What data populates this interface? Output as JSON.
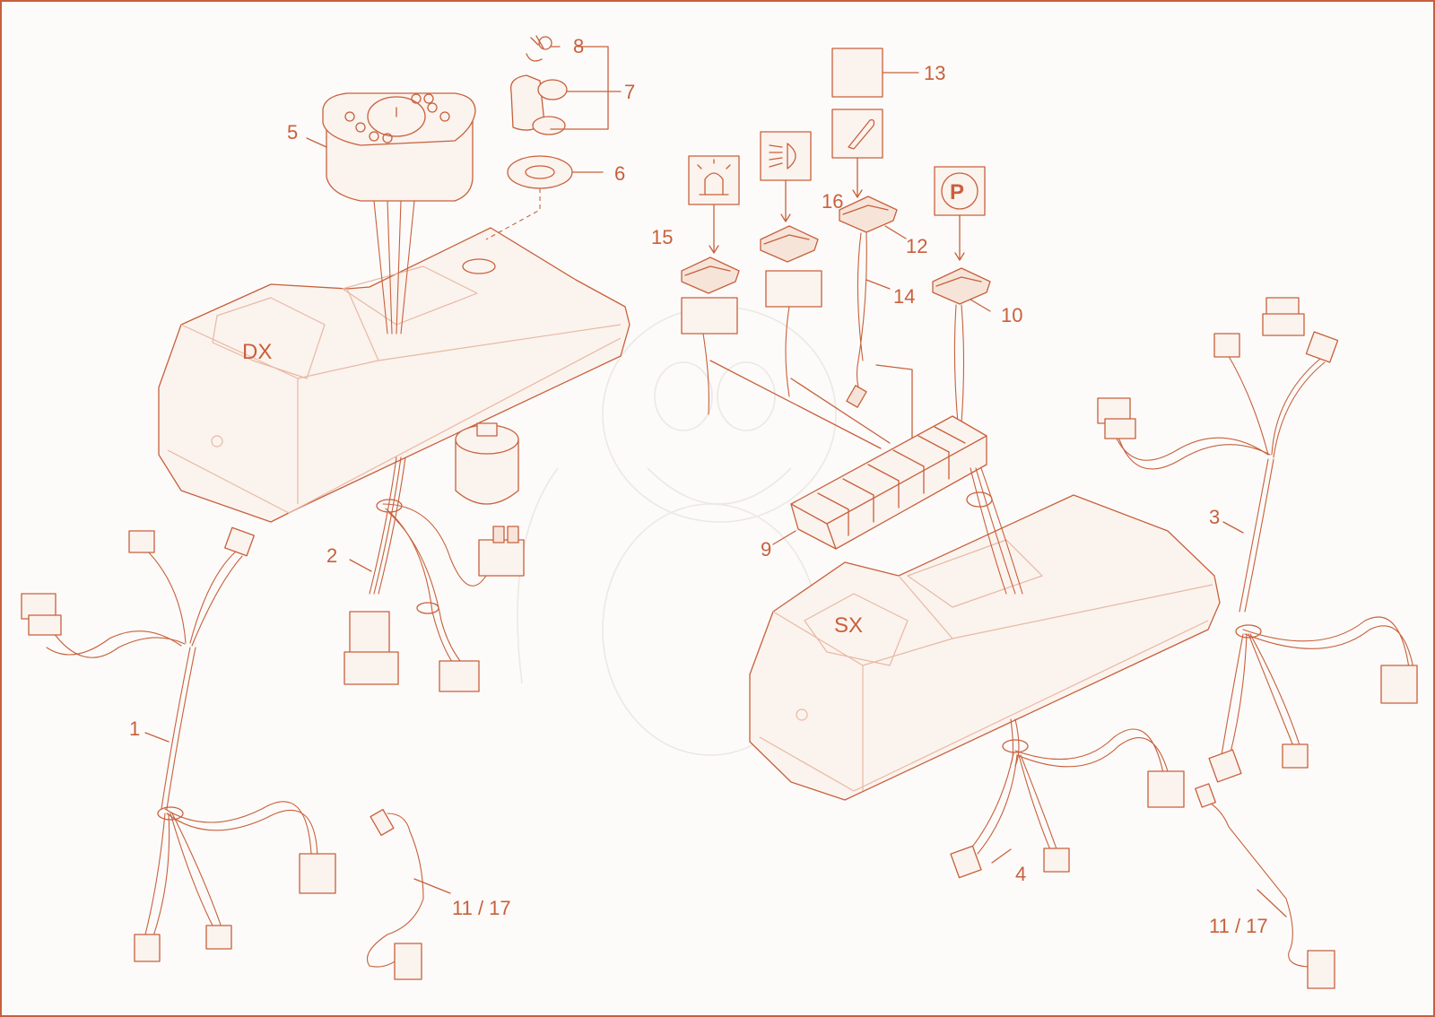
{
  "colors": {
    "line": "#c8603c",
    "background": "#fcfbf9"
  },
  "icons": [
    "beacon-lamp-icon",
    "headlight-icon",
    "lighter-icon",
    "parking-brake-icon",
    "blank-icon"
  ],
  "panels": {
    "left": "DX",
    "right": "SX"
  },
  "callouts": {
    "c1": "1",
    "c2": "2",
    "c3": "3",
    "c4": "4",
    "c5": "5",
    "c6": "6",
    "c7": "7",
    "c8": "8",
    "c9": "9",
    "c10": "10",
    "c11a": "11 / 17",
    "c11b": "11 / 17",
    "c12": "12",
    "c13": "13",
    "c14": "14",
    "c15": "15",
    "c16": "16"
  },
  "parking_symbol": "P"
}
